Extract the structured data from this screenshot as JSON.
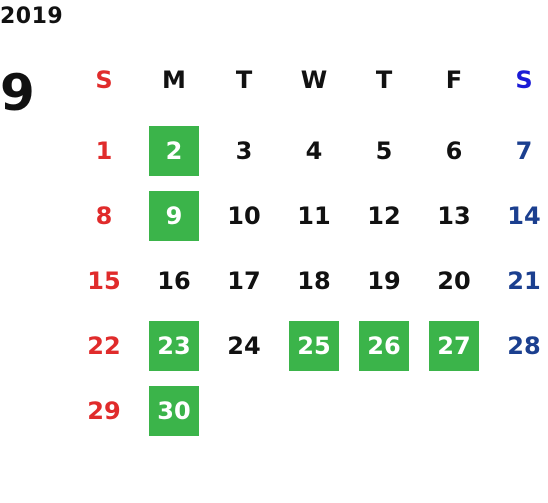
{
  "calendar": {
    "year": "2019",
    "month": "9",
    "weekdays": [
      "S",
      "M",
      "T",
      "W",
      "T",
      "F",
      "S"
    ],
    "weeks": [
      [
        "1",
        "2",
        "3",
        "4",
        "5",
        "6",
        "7"
      ],
      [
        "8",
        "9",
        "10",
        "11",
        "12",
        "13",
        "14"
      ],
      [
        "15",
        "16",
        "17",
        "18",
        "19",
        "20",
        "21"
      ],
      [
        "22",
        "23",
        "24",
        "25",
        "26",
        "27",
        "28"
      ],
      [
        "29",
        "30",
        "",
        "",
        "",
        "",
        ""
      ]
    ],
    "highlighted_days": [
      "2",
      "9",
      "23",
      "25",
      "26",
      "27",
      "30"
    ],
    "colors": {
      "highlight": "#3bb44a",
      "sunday": "#e02b2b",
      "saturday": "#1b3f8f",
      "saturday_header": "#1a1ad6",
      "text": "#111111"
    }
  }
}
